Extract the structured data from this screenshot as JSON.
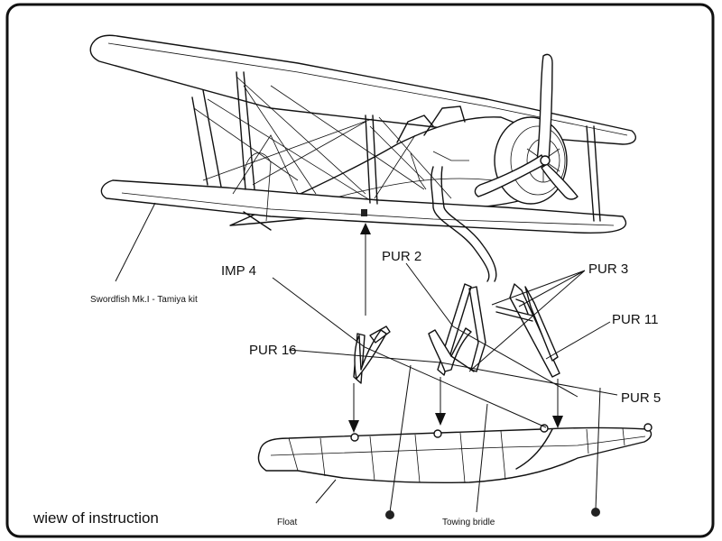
{
  "diagram": {
    "labels": {
      "imp4": "IMP 4",
      "pur2": "PUR 2",
      "pur3": "PUR 3",
      "pur11": "PUR 11",
      "pur16": "PUR 16",
      "pur5": "PUR 5",
      "kit": "Swordfish Mk.I - Tamiya kit",
      "float": "Float",
      "towing": "Towing bridle"
    },
    "caption": "wiew of instruction",
    "colors": {
      "ink": "#111111",
      "background": "#ffffff"
    }
  }
}
